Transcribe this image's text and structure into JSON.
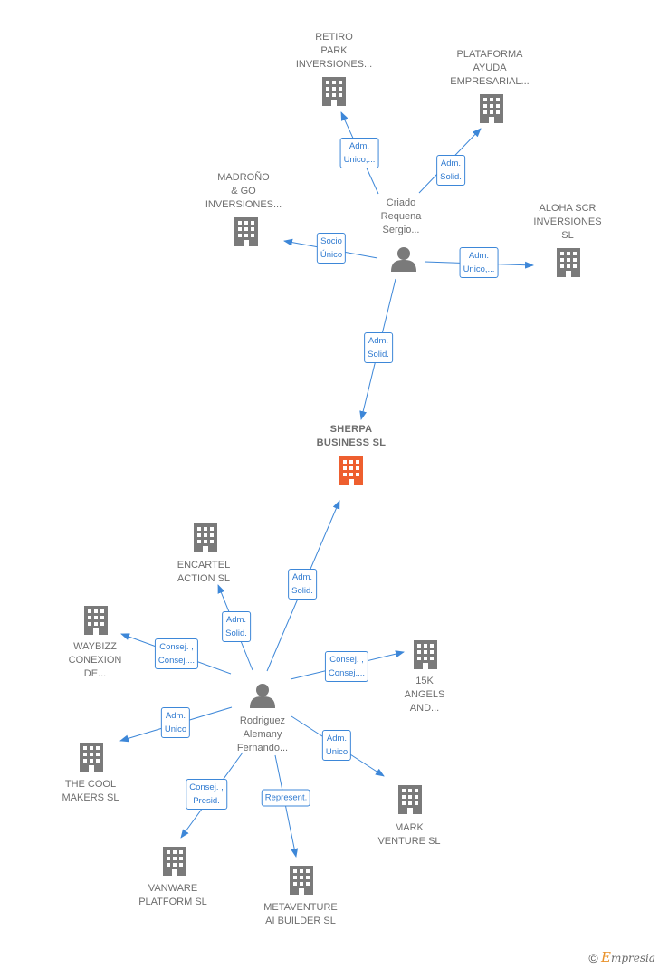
{
  "colors": {
    "edge": "#3d87d8",
    "node": "#7a7a7a",
    "focus": "#ee5f2f",
    "label": "#6d6d6d"
  },
  "nodes": [
    {
      "id": "sherpa",
      "kind": "company-focus",
      "label": "SHERPA\nBUSINESS  SL"
    },
    {
      "id": "criado",
      "kind": "person",
      "label": "Criado\nRequena\nSergio..."
    },
    {
      "id": "rodriguez",
      "kind": "person",
      "label": "Rodriguez\nAlemany\nFernando..."
    },
    {
      "id": "retiro",
      "kind": "company",
      "label": "RETIRO\nPARK\nINVERSIONES..."
    },
    {
      "id": "plataforma",
      "kind": "company",
      "label": "PLATAFORMA\nAYUDA\nEMPRESARIAL..."
    },
    {
      "id": "madrono",
      "kind": "company",
      "label": "MADROÑO\n& GO\nINVERSIONES..."
    },
    {
      "id": "aloha",
      "kind": "company",
      "label": "ALOHA SCR\nINVERSIONES\nSL"
    },
    {
      "id": "encartel",
      "kind": "company",
      "label": "ENCARTEL\nACTION SL"
    },
    {
      "id": "waybizz",
      "kind": "company",
      "label": "WAYBIZZ\nCONEXION\nDE..."
    },
    {
      "id": "15k",
      "kind": "company",
      "label": "15K\nANGELS\nAND..."
    },
    {
      "id": "coolmakers",
      "kind": "company",
      "label": "THE COOL\nMAKERS SL"
    },
    {
      "id": "mark",
      "kind": "company",
      "label": "MARK\nVENTURE  SL"
    },
    {
      "id": "vanware",
      "kind": "company",
      "label": "VANWARE\nPLATFORM  SL"
    },
    {
      "id": "metaventure",
      "kind": "company",
      "label": "METAVENTURE\nAI BUILDER  SL"
    }
  ],
  "edges": [
    {
      "from": "criado",
      "to": "retiro",
      "label": "Adm.\nUnico,..."
    },
    {
      "from": "criado",
      "to": "plataforma",
      "label": "Adm.\nSolid."
    },
    {
      "from": "criado",
      "to": "madrono",
      "label": "Socio\nÚnico"
    },
    {
      "from": "criado",
      "to": "aloha",
      "label": "Adm.\nUnico,..."
    },
    {
      "from": "criado",
      "to": "sherpa",
      "label": "Adm.\nSolid."
    },
    {
      "from": "rodriguez",
      "to": "sherpa",
      "label": "Adm.\nSolid."
    },
    {
      "from": "rodriguez",
      "to": "encartel",
      "label": "Adm.\nSolid."
    },
    {
      "from": "rodriguez",
      "to": "waybizz",
      "label": "Consej. ,\nConsej...."
    },
    {
      "from": "rodriguez",
      "to": "15k",
      "label": "Consej. ,\nConsej...."
    },
    {
      "from": "rodriguez",
      "to": "coolmakers",
      "label": "Adm.\nUnico"
    },
    {
      "from": "rodriguez",
      "to": "mark",
      "label": "Adm.\nUnico"
    },
    {
      "from": "rodriguez",
      "to": "vanware",
      "label": "Consej. ,\nPresid."
    },
    {
      "from": "rodriguez",
      "to": "metaventure",
      "label": "Represent."
    }
  ],
  "footer": {
    "copyright": "©",
    "brand_e": "E",
    "brand_rest": "mpresia"
  }
}
